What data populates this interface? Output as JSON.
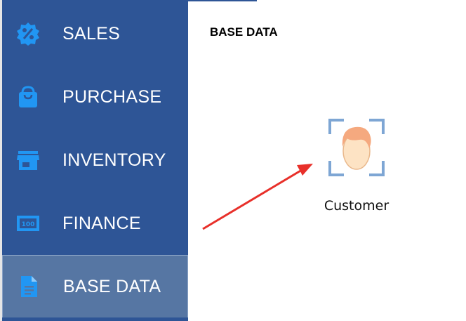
{
  "sidebar": {
    "items": [
      {
        "label": "SALES",
        "icon": "discount-badge-icon"
      },
      {
        "label": "PURCHASE",
        "icon": "shopping-bag-icon"
      },
      {
        "label": "INVENTORY",
        "icon": "store-icon"
      },
      {
        "label": "FINANCE",
        "icon": "money-bill-icon"
      },
      {
        "label": "BASE DATA",
        "icon": "document-icon",
        "active": true
      }
    ]
  },
  "main": {
    "title": "BASE DATA",
    "tiles": [
      {
        "label": "Customer",
        "icon": "customer-face-icon"
      }
    ]
  },
  "colors": {
    "sidebar_bg": "#2e5596",
    "sidebar_active_bg": "#5676a3",
    "icon_blue": "#2196f3",
    "arrow_red": "#e8302a"
  }
}
